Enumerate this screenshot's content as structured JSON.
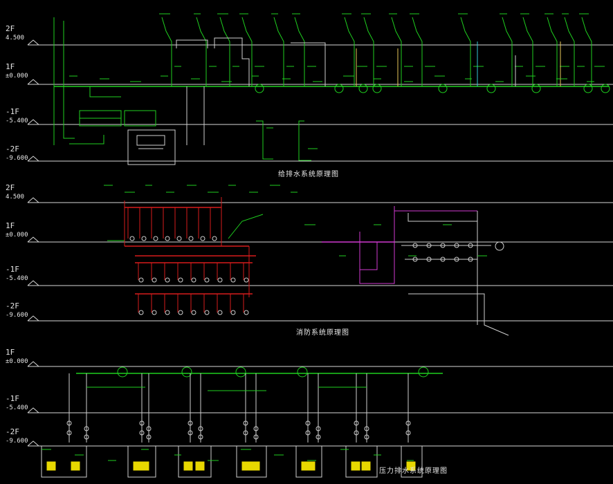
{
  "colors": {
    "background": "#000000",
    "level_line": "#d8d8d8",
    "pipe_green": "#1fd01f",
    "pipe_white": "#d0d0d0",
    "pipe_yellow": "#e8c85a",
    "pipe_red": "#d81c1c",
    "pipe_magenta": "#d23ad2",
    "pipe_cyan": "#35c8d8",
    "equipment_yellow": "#e8d800"
  },
  "diagrams": [
    {
      "id": "top",
      "levels": [
        {
          "name": "2F",
          "elevation": "4.500"
        },
        {
          "name": "1F",
          "elevation": "±0.000"
        },
        {
          "name": "-1F",
          "elevation": "-5.400"
        },
        {
          "name": "-2F",
          "elevation": "-9.600"
        }
      ],
      "title": "给排水系统原理图"
    },
    {
      "id": "middle",
      "levels": [
        {
          "name": "2F",
          "elevation": "4.500"
        },
        {
          "name": "1F",
          "elevation": "±0.000"
        },
        {
          "name": "-1F",
          "elevation": "-5.400"
        },
        {
          "name": "-2F",
          "elevation": "-9.600"
        }
      ],
      "title": "消防系统原理图"
    },
    {
      "id": "bottom",
      "levels": [
        {
          "name": "1F",
          "elevation": "±0.000"
        },
        {
          "name": "-1F",
          "elevation": "-5.400"
        },
        {
          "name": "-2F",
          "elevation": "-9.600"
        }
      ],
      "title": "压力排水系统原理图"
    }
  ]
}
